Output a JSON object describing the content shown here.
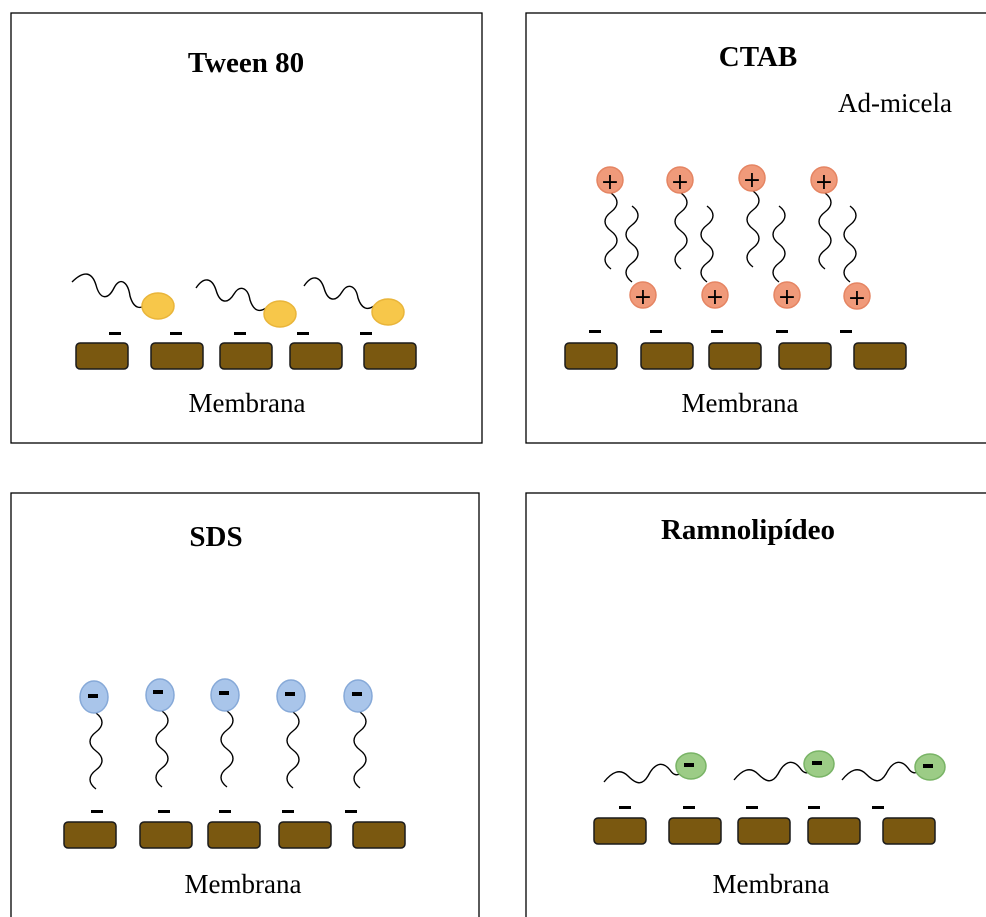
{
  "panels": [
    {
      "key": "tween",
      "title": "Tween 80",
      "membrane_label": "Membrana",
      "head_color": "#f7c74a",
      "charge": ""
    },
    {
      "key": "ctab",
      "title": "CTAB",
      "subtitle": "Ad-micela",
      "membrane_label": "Membrana",
      "head_color": "#f09a7a",
      "charge": "+"
    },
    {
      "key": "sds",
      "title": "SDS",
      "membrane_label": "Membrana",
      "head_color": "#a9c5ea",
      "charge": "-"
    },
    {
      "key": "rhamno",
      "title": "Ramnolipídeo",
      "membrane_label": "Membrana",
      "head_color": "#9ccc86",
      "charge": "-"
    }
  ],
  "colors": {
    "membrane": "#7a5810",
    "membrane_edge": "#1a1a1a",
    "border": "#000000",
    "tail": "#000000"
  }
}
